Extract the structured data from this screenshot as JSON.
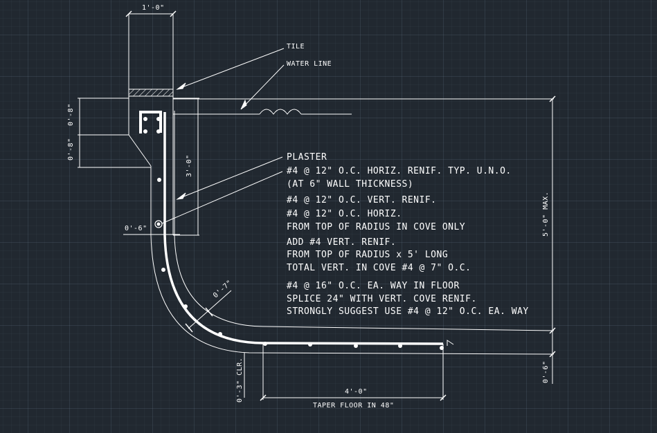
{
  "dimensions": {
    "top_width": "1'-0\"",
    "upper_left_1": "0'-8\"",
    "upper_left_2": "0'-8\"",
    "wall_height": "3'-0\"",
    "wall_thickness": "0'-6\"",
    "cove": "0'-7\"",
    "clearance": "0'-3\" CLR.",
    "floor_length": "4'-0\"",
    "max_depth": "5'-0\" MAX.",
    "floor_thickness": "0'-6\""
  },
  "labels": {
    "tile": "TILE",
    "water_line": "WATER LINE",
    "taper": "TAPER FLOOR IN 48\""
  },
  "notes": [
    "PLASTER",
    "#4 @ 12\" O.C. HORIZ. RENIF. TYP. U.N.O.",
    "(AT 6\" WALL THICKNESS)",
    "#4 @ 12\" O.C. VERT. RENIF.",
    "#4 @ 12\" O.C. HORIZ.",
    "FROM TOP OF RADIUS IN COVE ONLY",
    "ADD #4 VERT. RENIF.",
    "FROM TOP OF RADIUS x 5' LONG",
    "TOTAL VERT. IN COVE #4 @ 7\" O.C.",
    "#4 @ 16\" O.C. EA. WAY IN FLOOR",
    "SPLICE 24\" WITH VERT. COVE RENIF.",
    "STRONGLY SUGGEST USE #4 @ 12\" O.C. EA. WAY"
  ],
  "colors": {
    "background": "#212830",
    "line": "#ffffff"
  }
}
